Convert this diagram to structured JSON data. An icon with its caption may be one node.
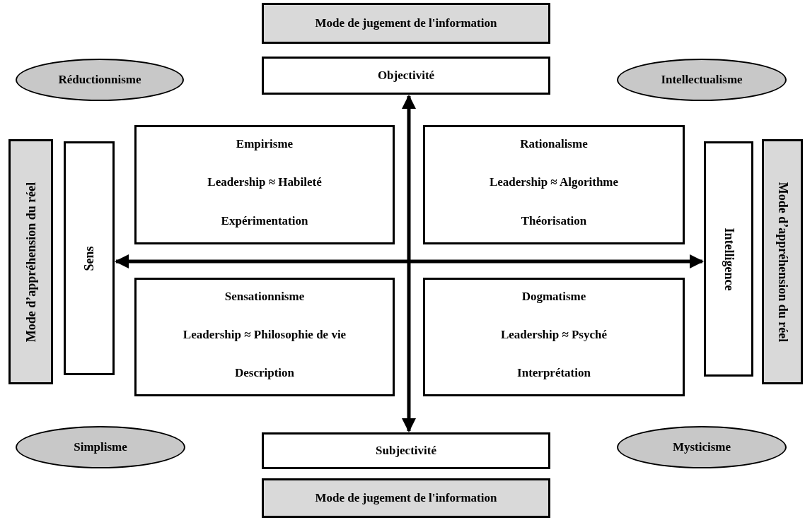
{
  "diagram": {
    "nodes": [
      {
        "text": [
          "Mode de jugement de l'information"
        ]
      },
      {
        "text": [
          "Réductionnisme"
        ]
      },
      {
        "text": [
          "Objectivité"
        ]
      },
      {
        "text": [
          "Intellectualisme"
        ]
      },
      {
        "text": [
          "Mode d’appréhension du réel"
        ]
      },
      {
        "text": [
          "Sens"
        ]
      },
      {
        "text": [
          "Empirisme",
          "Leadership ≈ Habileté",
          "Expérimentation"
        ]
      },
      {
        "text": [
          "Rationalisme",
          "Leadership ≈ Algorithme",
          "Théorisation"
        ]
      },
      {
        "text": [
          "Intelligence"
        ]
      },
      {
        "text": [
          "Mode d’appréhension du réel"
        ]
      },
      {
        "text": [
          "Sensationnisme",
          "Leadership ≈ Philosophie de vie",
          "Description"
        ]
      },
      {
        "text": [
          "Dogmatisme",
          "Leadership ≈ Psyché",
          "Interprétation"
        ]
      },
      {
        "text": [
          "Simplisme"
        ]
      },
      {
        "text": [
          "Subjectivité"
        ]
      },
      {
        "text": [
          "Mysticisme"
        ]
      },
      {
        "text": [
          "Mode de jugement de l'information"
        ]
      }
    ],
    "edges": [
      {
        "from": 2,
        "to": 13,
        "arrow": "both"
      },
      {
        "from": 5,
        "to": 8,
        "arrow": "both"
      }
    ]
  }
}
